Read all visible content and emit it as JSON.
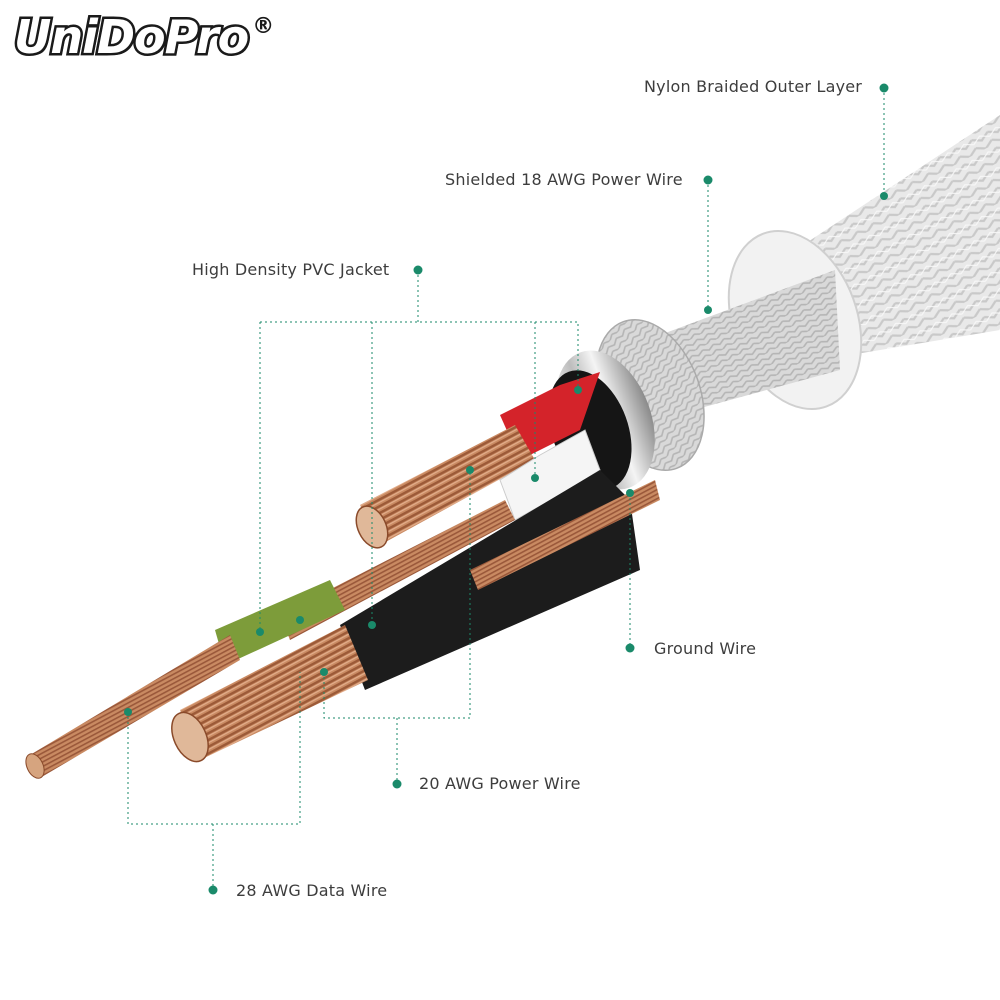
{
  "brand": {
    "logo_text": "UniDoPro",
    "registered_mark": "®"
  },
  "labels": {
    "outer_layer": "Nylon Braided Outer Layer",
    "shielded_power": "Shielded 18 AWG Power Wire",
    "pvc_jacket": "High  Density PVC Jacket",
    "ground_wire": "Ground Wire",
    "power_wire_20": "20 AWG Power Wire",
    "data_wire_28": "28 AWG Data Wire"
  },
  "colors": {
    "callout": "#1a8a6a",
    "copper": "#c07a55",
    "red_jacket": "#d6262c",
    "green_jacket": "#7a9a3c",
    "black_jacket": "#1b1b1b",
    "braid": "#e6e6e6"
  }
}
